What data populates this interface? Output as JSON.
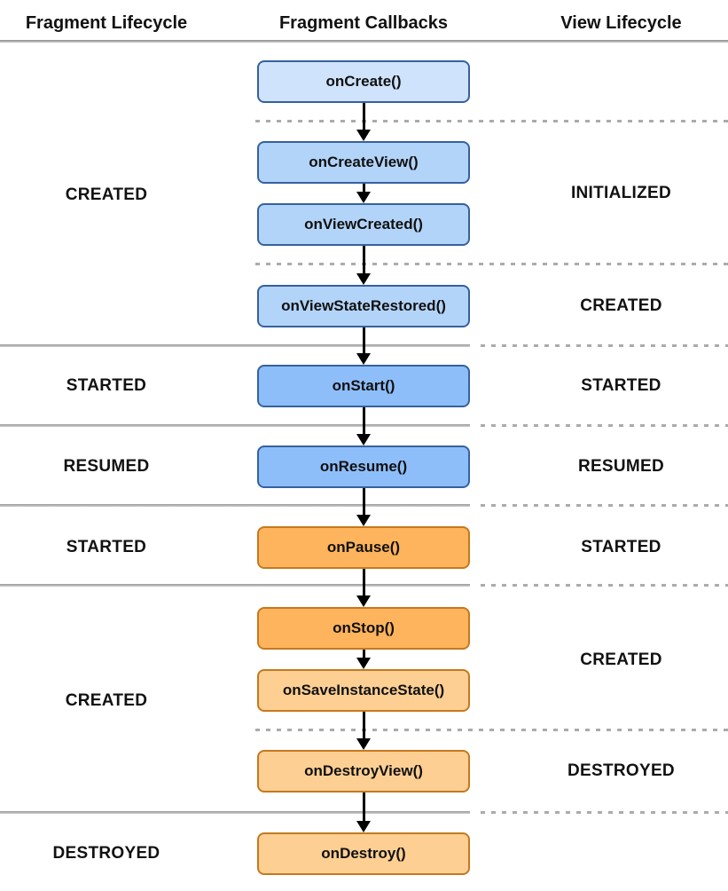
{
  "header": {
    "columns": [
      "Fragment Lifecycle",
      "Fragment Callbacks",
      "View Lifecycle"
    ]
  },
  "callbacks": [
    {
      "label": "onCreate()",
      "fill": "#cfe3fc",
      "border": "#36619e"
    },
    {
      "label": "onCreateView()",
      "fill": "#b3d4f9",
      "border": "#36619e"
    },
    {
      "label": "onViewCreated()",
      "fill": "#b3d4f9",
      "border": "#36619e"
    },
    {
      "label": "onViewStateRestored()",
      "fill": "#b3d4f9",
      "border": "#36619e"
    },
    {
      "label": "onStart()",
      "fill": "#8ebefa",
      "border": "#36619e"
    },
    {
      "label": "onResume()",
      "fill": "#8ebefa",
      "border": "#36619e"
    },
    {
      "label": "onPause()",
      "fill": "#feb45c",
      "border": "#c5791f"
    },
    {
      "label": "onStop()",
      "fill": "#feb45c",
      "border": "#c5791f"
    },
    {
      "label": "onSaveInstanceState()",
      "fill": "#fdcf93",
      "border": "#c5791f"
    },
    {
      "label": "onDestroyView()",
      "fill": "#fdcf93",
      "border": "#c5791f"
    },
    {
      "label": "onDestroy()",
      "fill": "#fdcf93",
      "border": "#c5791f"
    }
  ],
  "fragment_states": [
    {
      "label": "CREATED"
    },
    {
      "label": "STARTED"
    },
    {
      "label": "RESUMED"
    },
    {
      "label": "STARTED"
    },
    {
      "label": "CREATED"
    },
    {
      "label": "DESTROYED"
    }
  ],
  "view_states": [
    {
      "label": "INITIALIZED"
    },
    {
      "label": "CREATED"
    },
    {
      "label": "STARTED"
    },
    {
      "label": "RESUMED"
    },
    {
      "label": "STARTED"
    },
    {
      "label": "CREATED"
    },
    {
      "label": "DESTROYED"
    }
  ],
  "colors": {
    "solid_separator": "#9a9a9a",
    "dashed_separator": "#ababab",
    "arrow": "#000000",
    "text": "#111111",
    "background": "#ffffff"
  }
}
